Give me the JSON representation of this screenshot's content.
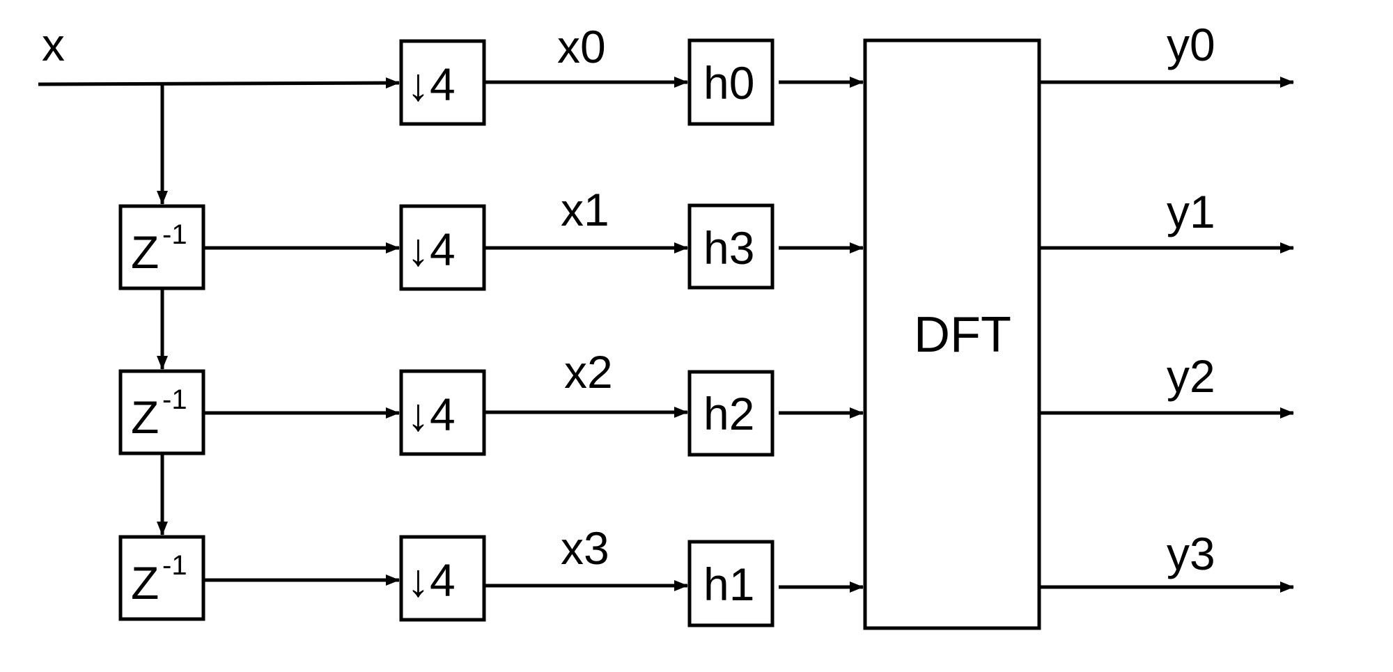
{
  "input_label": "x",
  "delay": {
    "base": "Z",
    "exponent": "-1"
  },
  "downsample_label": "↓4",
  "branch_labels": [
    "x0",
    "x1",
    "x2",
    "x3"
  ],
  "filter_labels": [
    "h0",
    "h3",
    "h2",
    "h1"
  ],
  "dft_label": "DFT",
  "output_labels": [
    "y0",
    "y1",
    "y2",
    "y3"
  ]
}
